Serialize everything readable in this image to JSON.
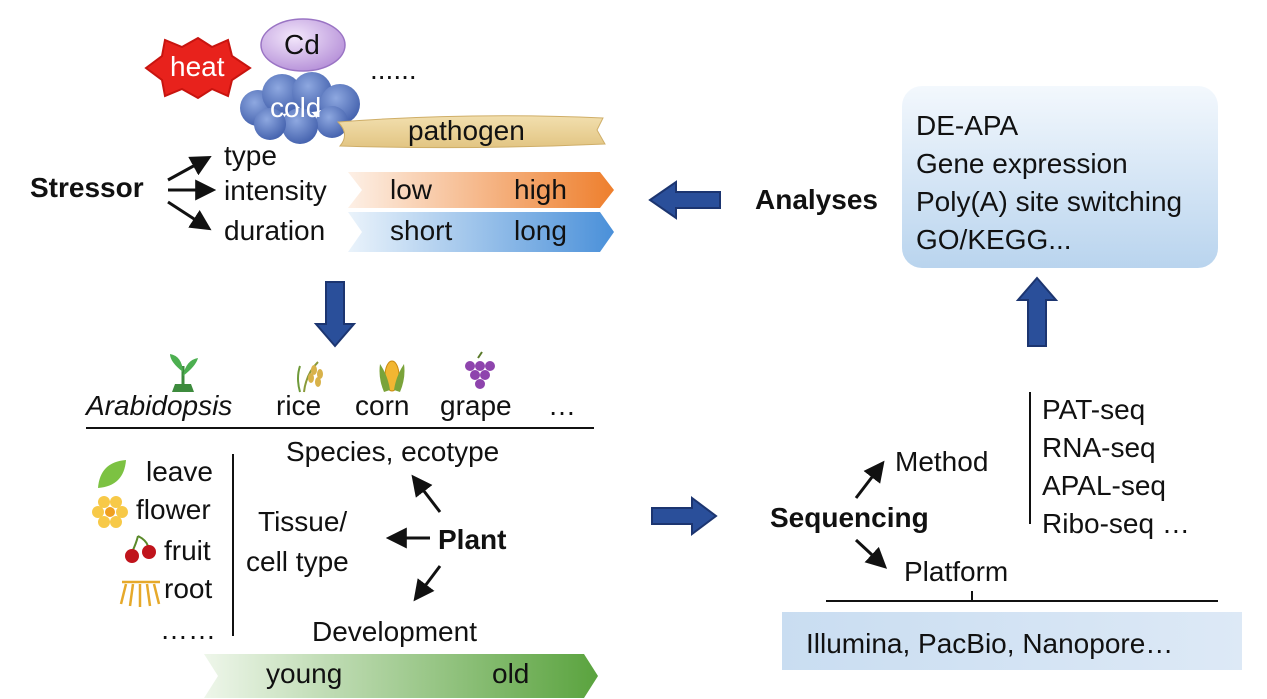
{
  "stressors": {
    "heat": "heat",
    "cd": "Cd",
    "cold": "cold",
    "pathogen": "pathogen",
    "more": "......"
  },
  "stressor": {
    "label": "Stressor",
    "type": "type",
    "intensity": "intensity",
    "duration": "duration",
    "low": "low",
    "high": "high",
    "short": "short",
    "long": "long"
  },
  "analyses": {
    "label": "Analyses",
    "items": [
      "DE-APA",
      "Gene expression",
      "Poly(A) site switching",
      "GO/KEGG..."
    ]
  },
  "species": {
    "items": [
      "Arabidopsis",
      "rice",
      "corn",
      "grape",
      "…"
    ],
    "icons": [
      "seedling-icon",
      "rice-icon",
      "corn-icon",
      "grape-icon"
    ]
  },
  "plant": {
    "label": "Plant",
    "species_ecotype": "Species, ecotype",
    "tissue": "Tissue/",
    "cell_type": "cell type",
    "development": "Development",
    "young": "young",
    "old": "old",
    "tissues": [
      "leave",
      "flower",
      "fruit",
      "root",
      "……"
    ]
  },
  "sequencing": {
    "label": "Sequencing",
    "method": "Method",
    "platform": "Platform",
    "methods": [
      "PAT-seq",
      "RNA-seq",
      "APAL-seq",
      "Ribo-seq …"
    ],
    "platforms": "Illumina, PacBio, Nanopore…"
  },
  "colors": {
    "arrow_blue": "#2a4f9a",
    "heat_red": "#e8221c",
    "intensity_orange": "#ee7f2d",
    "duration_blue": "#4a90d9",
    "development_green": "#5aa33e",
    "panel_blue": "#cfe2f3"
  }
}
